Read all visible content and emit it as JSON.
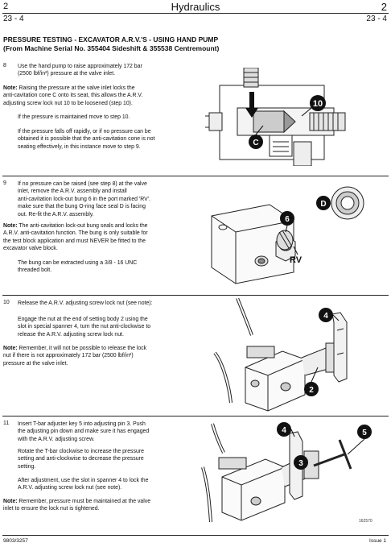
{
  "header": {
    "left": "2",
    "center": "Hydraulics",
    "right": "2",
    "section_left": "23 - 4",
    "section_right": "23 - 4"
  },
  "title": {
    "line1": "PRESSURE TESTING - EXCAVATOR A.R.V.'S - USING HAND PUMP",
    "line2": "(From Machine Serial No. 355404 Sideshift & 355538 Centremount)"
  },
  "step8": {
    "number": "8",
    "line1": "Use the hand pump to raise approximately 172 bar",
    "line2": "(2500 lbf/in²) pressure at the valve inlet.",
    "note_label": "Note:",
    "note_line1": " Raising the pressure at the valve inlet locks the",
    "note_line2": "anti-cavitation cone C onto its seat, this allows the A.R.V.",
    "note_line3": "adjusting screw lock nut 10 to be loosened (step 10).",
    "para1": "If the pressure is maintained move to step 10.",
    "para2_line1": "If the pressure falls off rapidly, or if no pressure can be",
    "para2_line2": "obtained it is possible that the anti-cavitation cone is not",
    "para2_line3": "seating effectively, in this instance move to step 9.",
    "callouts": [
      "10",
      "C"
    ]
  },
  "step9": {
    "number": "9",
    "line1": "If no pressure can be raised (see step 8) at the valve",
    "line2": "inlet, remove the A.R.V. assembly and install",
    "line3": "anti-cavitation lock-out bung 6 in the port marked 'RV'.",
    "line4": "make sure that the bung O-ring face seal D is facing",
    "line5": "out. Re-fit the A.R.V. assembly.",
    "note_label": "Note:",
    "note_line1": " The anti-cavitation lock-out bung seals and locks the",
    "note_line2": "A.R.V. anti-cavitation function. The bung is only suitable for",
    "note_line3": "the test block application and must NEVER be fitted to the",
    "note_line4": "excavator valve block.",
    "para1_line1": "The bung can be extracted using a 3/8 - 16 UNC",
    "para1_line2": "threaded bolt.",
    "callouts": [
      "D",
      "6",
      "RV"
    ]
  },
  "step10": {
    "number": "10",
    "line1": "Release the A.R.V. adjusting screw lock nut (see note):",
    "para1_line1": "Engage the nut at the end of setting body 2 using the",
    "para1_line2": "slot in special spanner 4, turn the nut anti-clockwise to",
    "para1_line3": "release the A.R.V. adjusting screw lock nut.",
    "note_label": "Note:",
    "note_line1": " Remember, it will not be possible to release the lock",
    "note_line2": "nut if there is not approximately 172 bar (2500 lbf/in²)",
    "note_line3": "pressure at the valve inlet.",
    "callouts": [
      "4",
      "2"
    ]
  },
  "step11": {
    "number": "11",
    "line1": "Insert T-bar adjuster key 5 into adjusting pin 3. Push",
    "line2": "the adjusting pin down and make sure it has engaged",
    "line3": "with the A.R.V. adjusting screw.",
    "para1_line1": "Rotate the T-bar clockwise to increase the pressure",
    "para1_line2": "setting and anti-clockwise to decrease the pressure",
    "para1_line3": "setting.",
    "para2_line1": "After adjustment, use the slot in spanner 4 to lock the",
    "para2_line2": "A.R.V. adjusting screw lock nut (see note).",
    "note_label": "Note:",
    "note_line1": " Remember, pressure must be maintained at the valve",
    "note_line2": "inlet to ensure the lock nut is tightened.",
    "callouts": [
      "4",
      "5",
      "3"
    ],
    "figure_ref": "162570"
  },
  "footer": {
    "left": "9803/3257",
    "right": "Issue 1"
  }
}
